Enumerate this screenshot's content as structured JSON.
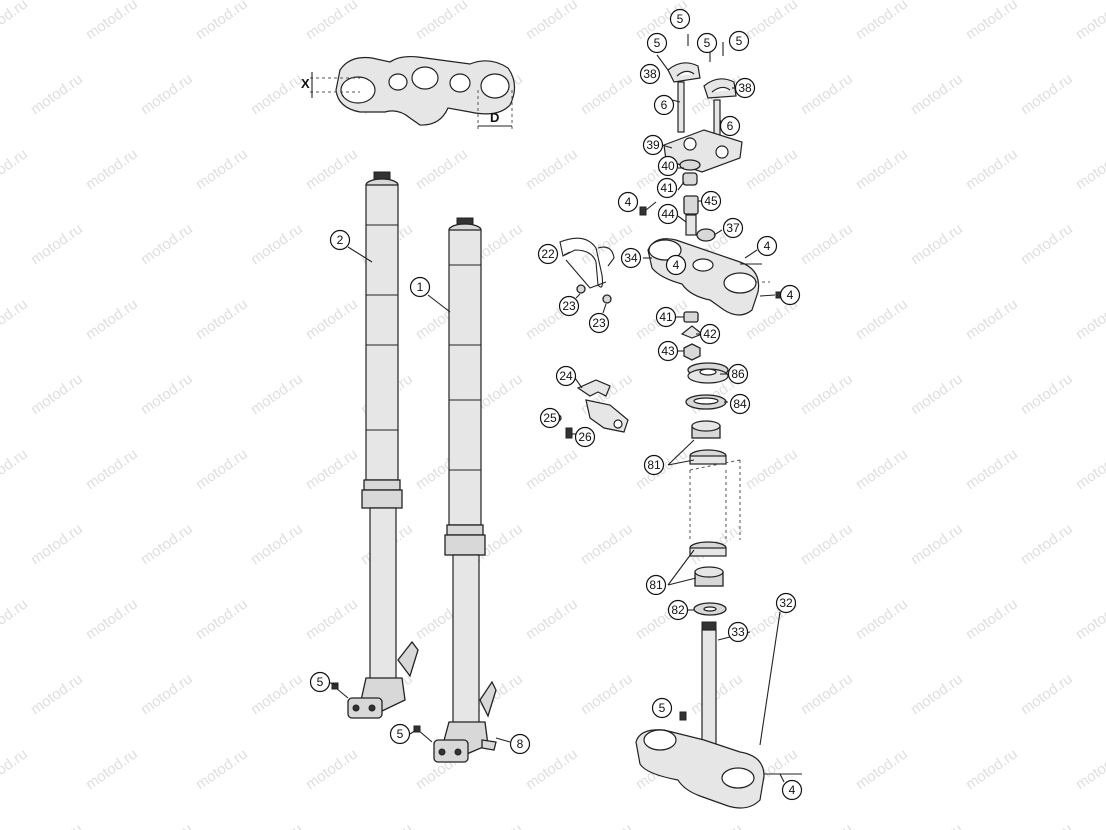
{
  "watermark": "motod.ru",
  "dimension_labels": {
    "x": "X",
    "d": "D"
  },
  "callouts": [
    {
      "id": "c1",
      "label": "1"
    },
    {
      "id": "c2",
      "label": "2"
    },
    {
      "id": "c4a",
      "label": "4"
    },
    {
      "id": "c4b",
      "label": "4"
    },
    {
      "id": "c4c",
      "label": "4"
    },
    {
      "id": "c4d",
      "label": "4"
    },
    {
      "id": "c4e",
      "label": "4"
    },
    {
      "id": "c5a",
      "label": "5"
    },
    {
      "id": "c5b",
      "label": "5"
    },
    {
      "id": "c5c",
      "label": "5"
    },
    {
      "id": "c5d",
      "label": "5"
    },
    {
      "id": "c5e",
      "label": "5"
    },
    {
      "id": "c5f",
      "label": "5"
    },
    {
      "id": "c5g",
      "label": "5"
    },
    {
      "id": "c6a",
      "label": "6"
    },
    {
      "id": "c6b",
      "label": "6"
    },
    {
      "id": "c8",
      "label": "8"
    },
    {
      "id": "c22",
      "label": "22"
    },
    {
      "id": "c23a",
      "label": "23"
    },
    {
      "id": "c23b",
      "label": "23"
    },
    {
      "id": "c24",
      "label": "24"
    },
    {
      "id": "c25",
      "label": "25"
    },
    {
      "id": "c26",
      "label": "26"
    },
    {
      "id": "c32",
      "label": "32"
    },
    {
      "id": "c33",
      "label": "33"
    },
    {
      "id": "c34",
      "label": "34"
    },
    {
      "id": "c37",
      "label": "37"
    },
    {
      "id": "c38a",
      "label": "38"
    },
    {
      "id": "c38b",
      "label": "38"
    },
    {
      "id": "c39",
      "label": "39"
    },
    {
      "id": "c40",
      "label": "40"
    },
    {
      "id": "c41a",
      "label": "41"
    },
    {
      "id": "c41b",
      "label": "41"
    },
    {
      "id": "c42",
      "label": "42"
    },
    {
      "id": "c43",
      "label": "43"
    },
    {
      "id": "c44",
      "label": "44"
    },
    {
      "id": "c45",
      "label": "45"
    },
    {
      "id": "c81a",
      "label": "81"
    },
    {
      "id": "c81b",
      "label": "81"
    },
    {
      "id": "c82",
      "label": "82"
    },
    {
      "id": "c84",
      "label": "84"
    },
    {
      "id": "c86",
      "label": "86"
    }
  ]
}
